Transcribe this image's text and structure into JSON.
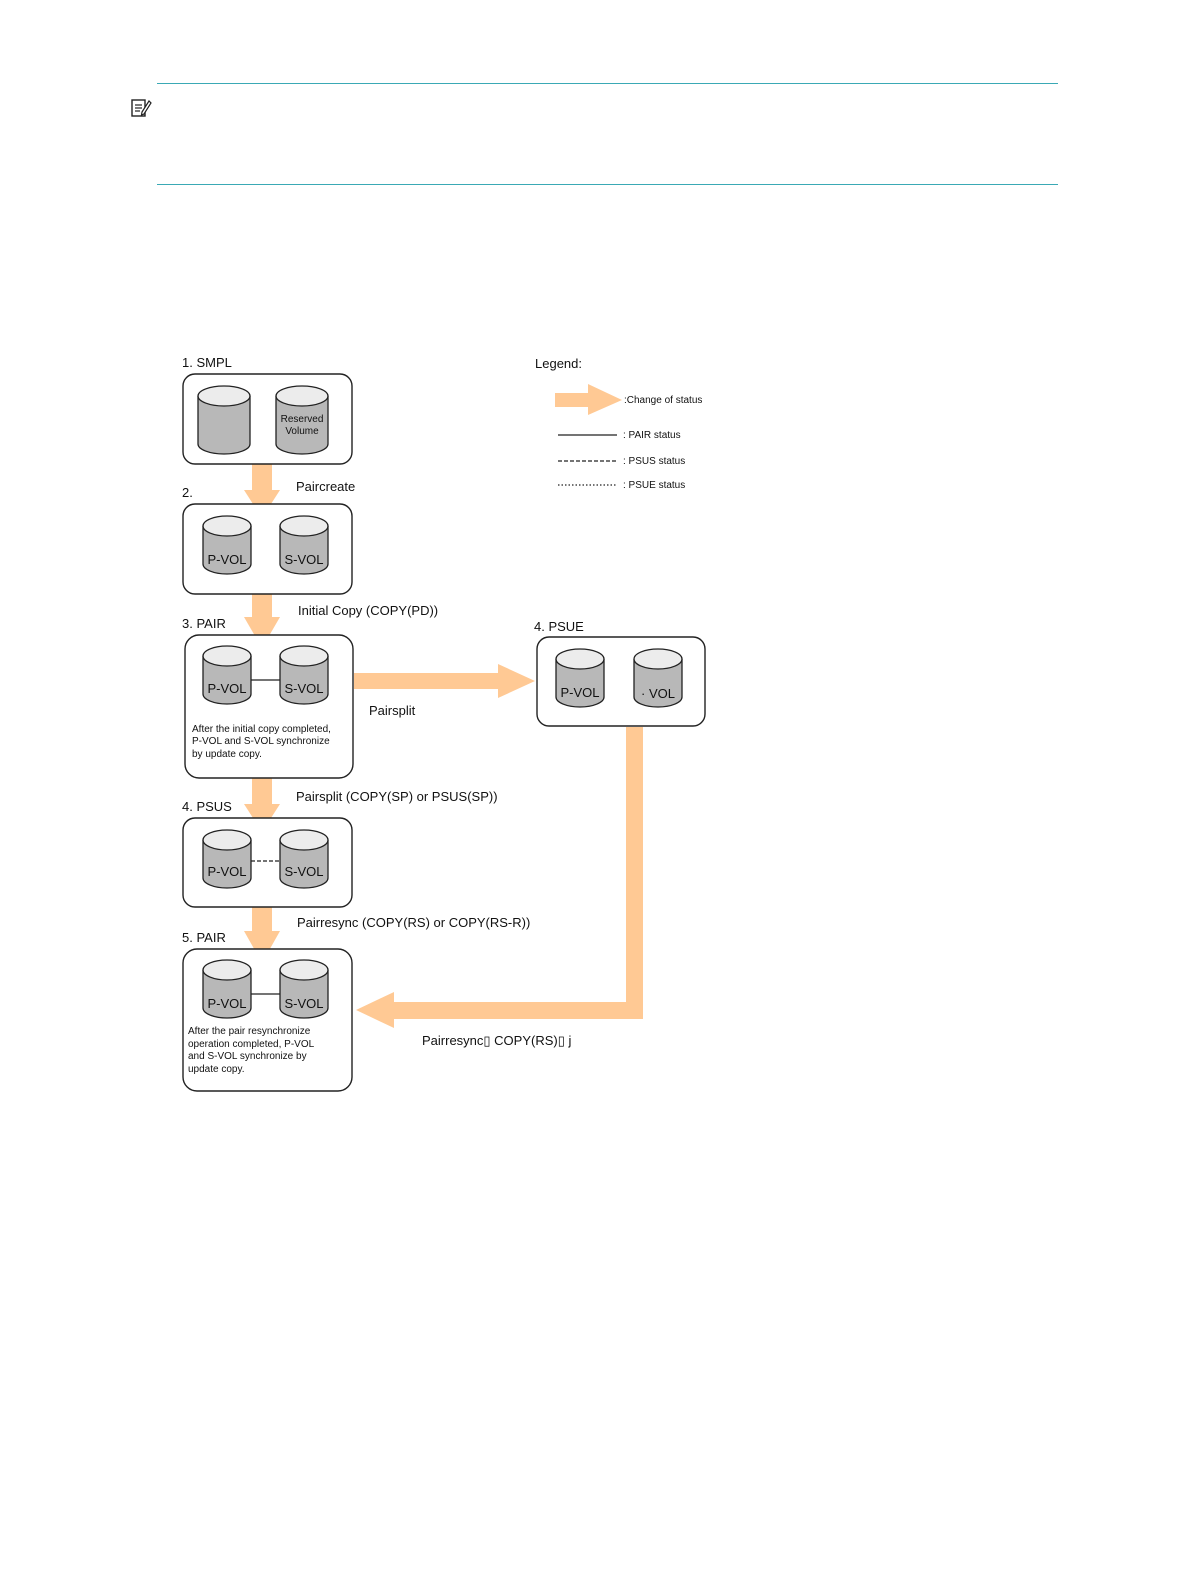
{
  "note_icon": "note-icon",
  "colors": {
    "rule": "#3aa9b5",
    "arrow": "#ffc994",
    "cylinder": "#b8b8b8",
    "cylinder_top": "#ececec"
  },
  "states": {
    "s1": {
      "title": "1. SMPL",
      "vol_left": "",
      "vol_right_line1": "Reserved",
      "vol_right_line2": "Volume"
    },
    "s2": {
      "title": "2.",
      "vol_left": "P-VOL",
      "vol_right": "S-VOL"
    },
    "s3": {
      "title": "3. PAIR",
      "vol_left": "P-VOL",
      "vol_right": "S-VOL",
      "desc": [
        "After the initial copy completed,",
        "P-VOL and S-VOL synchronize",
        "by update copy."
      ]
    },
    "s4a": {
      "title": "4. PSUS",
      "vol_left": "P-VOL",
      "vol_right": "S-VOL"
    },
    "s4b": {
      "title": "4. PSUE",
      "vol_left": "P-VOL",
      "vol_right": "· VOL"
    },
    "s5": {
      "title": "5. PAIR",
      "vol_left": "P-VOL",
      "vol_right": "S-VOL",
      "desc": [
        "After  the  pair  resynchronize",
        "operation  completed,  P-VOL",
        "and  S-VOL  synchronize  by",
        "update copy."
      ]
    }
  },
  "transitions": {
    "paircreate": "Paircreate",
    "initial_copy": "Initial Copy (COPY(PD))",
    "pairsplit_psue": "Pairsplit",
    "pairsplit_psus": "Pairsplit (COPY(SP) or PSUS(SP))",
    "pairresync_psus": "Pairresync (COPY(RS) or COPY(RS-R))",
    "pairresync_psue": "Pairresync▯ COPY(RS)▯ j"
  },
  "legend": {
    "title": "Legend:",
    "change": ":Change of status",
    "pair": ": PAIR status",
    "psus": ": PSUS status",
    "psue": ": PSUE status"
  }
}
